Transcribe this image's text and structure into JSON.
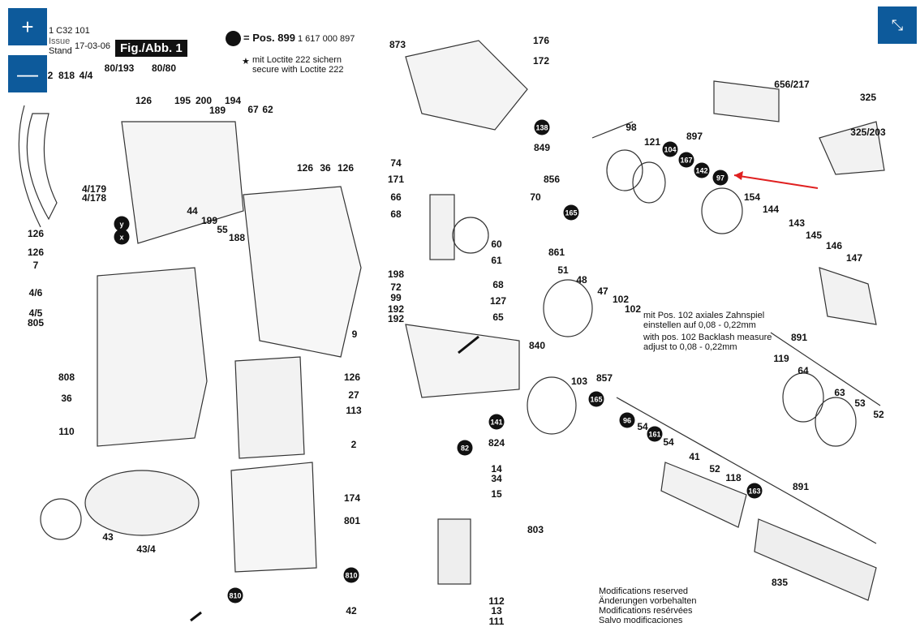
{
  "controls": {
    "zoom_in_icon": "plus-icon",
    "zoom_out_icon": "minus-icon",
    "fullscreen_icon": "collapse-arrows-icon",
    "color": "#0d5a9b"
  },
  "header": {
    "doc_number": "1 C32 101",
    "issue_label": "Issue",
    "stand_label": "Stand",
    "date": "17-03-06",
    "figure": "Fig./Abb. 1"
  },
  "legend": {
    "pos_text": "= Pos. 899",
    "pos_number": "1 617 000 897",
    "loctite_de": "mit Loctite 222 sichern",
    "loctite_en": "secure with Loctite 222"
  },
  "notes": {
    "de_1": "mit Pos. 102 axiales Zahnspiel",
    "de_2": "einstellen auf 0,08 - 0,22mm",
    "en_1": "with pos. 102 Backlash measure",
    "en_2": "adjust to 0,08 - 0,22mm"
  },
  "modifications": [
    "Modifications reserved",
    "Änderungen vorbehalten",
    "Modifications resérvées",
    "Salvo modificaciones"
  ],
  "labels": [
    "80/193",
    "80/80",
    "126",
    "195",
    "200",
    "189",
    "194",
    "67",
    "62",
    "2",
    "818",
    "4/4",
    "4/179",
    "4/178",
    "126",
    "126",
    "7",
    "4/6",
    "4/5",
    "805",
    "44",
    "199",
    "55",
    "188",
    "126",
    "36",
    "126",
    "9",
    "126",
    "808",
    "36",
    "110",
    "27",
    "113",
    "2",
    "174",
    "801",
    "42",
    "43",
    "43/4",
    "873",
    "176",
    "172",
    "849",
    "74",
    "171",
    "66",
    "68",
    "856",
    "70",
    "60",
    "61",
    "861",
    "198",
    "72",
    "99",
    "192",
    "192",
    "51",
    "48",
    "68",
    "127",
    "65",
    "47",
    "102",
    "102",
    "840",
    "103",
    "857",
    "824",
    "14",
    "34",
    "15",
    "803",
    "112",
    "13",
    "111",
    "656/217",
    "325",
    "325/203",
    "98",
    "121",
    "897",
    "154",
    "144",
    "143",
    "145",
    "146",
    "147",
    "891",
    "119",
    "64",
    "63",
    "53",
    "52",
    "54",
    "54",
    "41",
    "52",
    "118",
    "891",
    "835",
    "x",
    "y"
  ],
  "circled_labels": [
    "810",
    "810",
    "138",
    "165",
    "165",
    "141",
    "82",
    "104",
    "167",
    "142",
    "97",
    "96",
    "161",
    "163"
  ],
  "highlight_arrow_color": "#e02020"
}
